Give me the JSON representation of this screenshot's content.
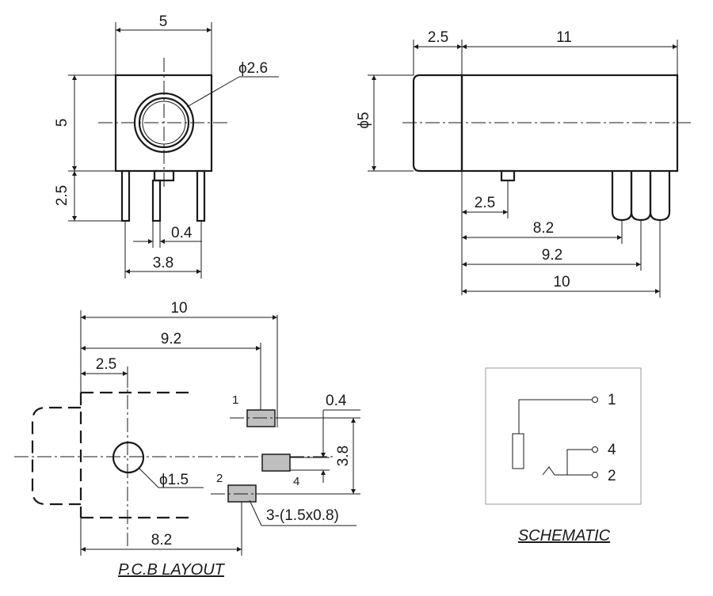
{
  "front_view": {
    "width": "5",
    "height": "5",
    "hole_diameter": "ϕ2.6",
    "pin_length": "2.5",
    "pin_width": "0.4",
    "pin_spacing": "3.8"
  },
  "side_view": {
    "head_length": "2.5",
    "body_length": "11",
    "diameter": "ϕ5",
    "lug_offset": "2.5",
    "pin1_distance": "8.2",
    "pin2_distance": "9.2",
    "pin3_distance": "10"
  },
  "pcb_layout": {
    "total_length": "10",
    "pin_a_distance": "9.2",
    "hole_offset": "2.5",
    "pad_gap": "0.4",
    "pad_span": "3.8",
    "hole_diameter": "ϕ1.5",
    "pad_size": "3-(1.5x0.8)",
    "pad_pin_distance": "8.2",
    "pin_labels": [
      "1",
      "4",
      "2"
    ],
    "caption": "P.C.B LAYOUT"
  },
  "schematic": {
    "pin_labels": [
      "1",
      "4",
      "2"
    ],
    "caption": "SCHEMATIC"
  }
}
